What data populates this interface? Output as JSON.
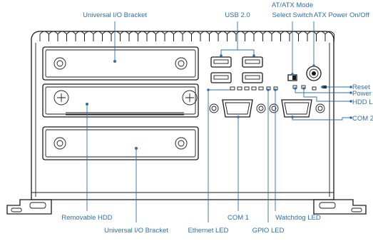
{
  "labels": {
    "universal_io_bracket_top": "Universal I/O Bracket",
    "usb": "USB 2.0",
    "atx_mode_line1": "AT/ATX Mode",
    "atx_mode_line2": "Select Switch",
    "atx_power": "ATX Power On/Off",
    "reset": "Reset",
    "power": "Power",
    "hdd": "HDD L",
    "com2": "COM 2",
    "removable_hdd": "Removable HDD",
    "com1": "COM 1",
    "watchdog_led": "Watchdog LED",
    "universal_io_bracket_bottom": "Universal I/O Bracket",
    "ethernet_led": "Ethernet LED",
    "gpio_led": "GPIO LED"
  },
  "colors": {
    "callout": "#2f6fa8",
    "outline": "#1a1a1a"
  }
}
